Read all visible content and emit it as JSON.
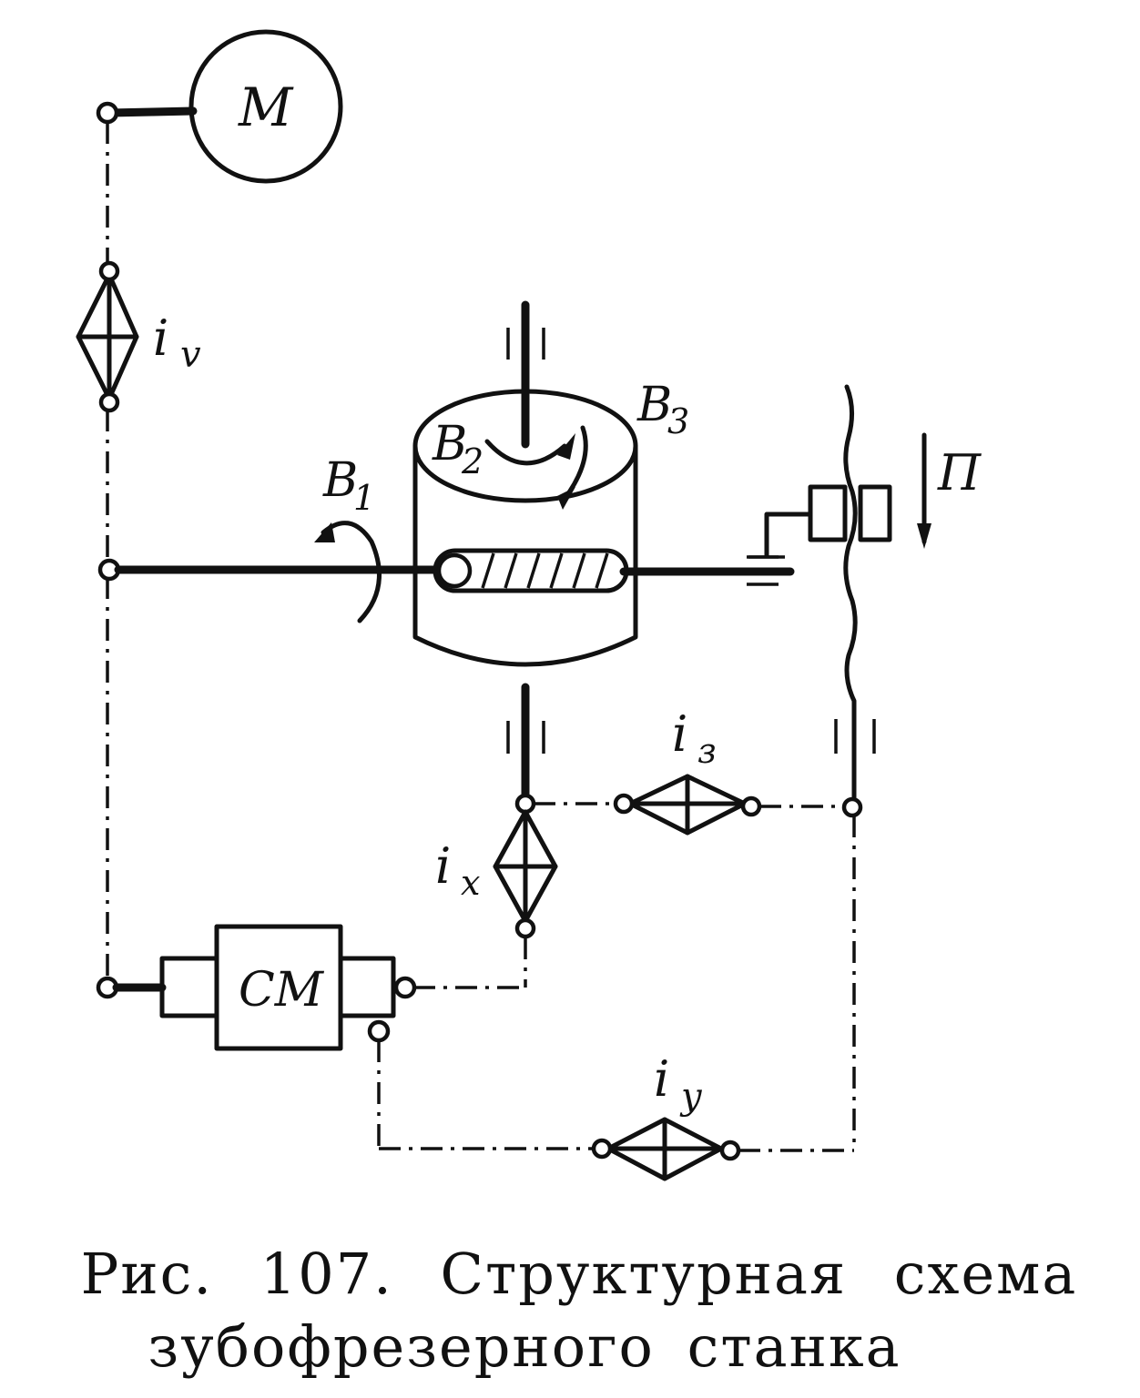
{
  "labels": {
    "motor": "M",
    "iv_label": "i",
    "iv_sub": "v",
    "ix_label": "i",
    "ix_sub": "x",
    "iz_label": "i",
    "iz_sub": "з",
    "iy_label": "i",
    "iy_sub": "y",
    "b1": "B",
    "b1_sub": "1",
    "b2": "B",
    "b2_sub": "2",
    "b3": "B",
    "b3_sub": "3",
    "p": "П",
    "cm": "СМ"
  },
  "caption": {
    "line1": "Рис.  107.  Структурная  схема",
    "line2": "зубофрезерного  станка"
  },
  "colors": {
    "ink": "#111111",
    "paper": "#ffffff"
  }
}
